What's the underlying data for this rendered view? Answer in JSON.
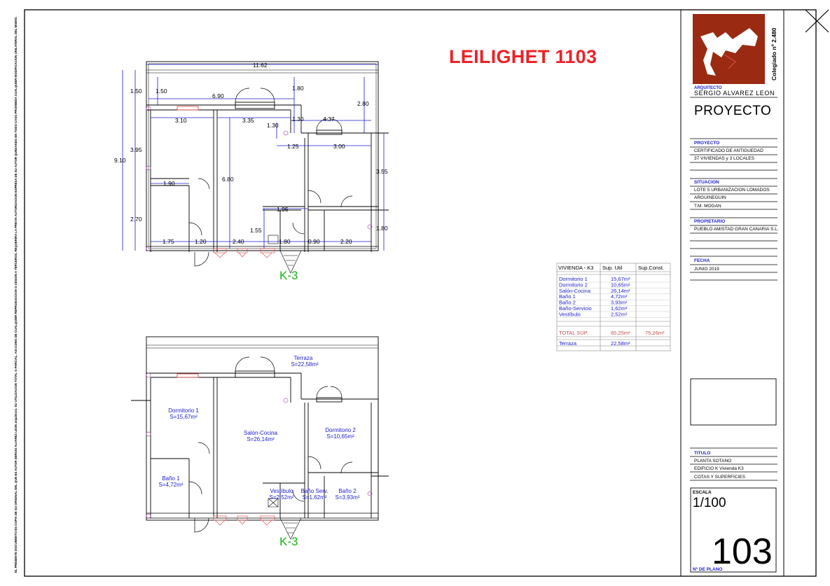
{
  "sheet_title": "LEILIGHET 1103",
  "margin_note": "EL PRESENTE DOCUMENTO ES COPIA DE SU ORIGINAL DEL QUE ES AUTOR SERGIO ALVAREZ LEON arquitecto. SU UTILIZACION TOTAL O PARCIAL, ASI COMO DE CUALQUIER REPRODUCCION O CESION A TERCEROS, REQUERIRA LA PREVIA AUTORIZACION EXPRESA DE SU AUTOR QUEDANDO EN TODO CASO PROHIBIDA CUALQUIER MODIFICACION UNILATERAL DEL MISMO.",
  "title_block": {
    "colegiado": "Colegiado nº 2.480",
    "architect_label": "ARQUITECTO",
    "architect_name": "SERGIO ALVAREZ LEON",
    "proyecto_heading": "PROYECTO",
    "proyecto_label": "PROYECTO",
    "proyecto_lines": [
      "CERTIFICADO DE ANTIGUEDAD",
      "37 VIVIENDAS y 3 LOCALES"
    ],
    "situacion_label": "SITUACION",
    "situacion_lines": [
      "LOTE 5 URBANIZACION LOMADOS",
      "ARGUINEGUIN",
      "T.M. MOGAN"
    ],
    "propietario_label": "PROPIETARIO",
    "propietario_lines": [
      "PUEBLO AMISTAD GRAN CANARIA S.L."
    ],
    "fecha_label": "FECHA",
    "fecha_value": "JUNIO 2019",
    "titulo_label": "TITULO",
    "titulo_lines": [
      "PLANTA SOTANO",
      "EDIFICIO K Vivienda K3",
      "COTAS Y SUPERFICIES"
    ],
    "escala_label": "ESCALA",
    "escala_value": "1/100",
    "plano_label": "Nº DE PLANO",
    "plano_number": "103",
    "logo_color": "#9b2a12"
  },
  "dimensions_plan": {
    "overall_width": "11.62",
    "overall_depth": "9.10",
    "labels": [
      "1.50",
      "1.50",
      "6.90",
      "1.80",
      "2.80",
      "3.10",
      "3.35",
      "1.30",
      "1.30",
      "4.37",
      "3.95",
      "1.25",
      "3.00",
      "1.90",
      "6.80",
      "3.55",
      "1.95",
      "2.70",
      "1.55",
      "1.80",
      "1.75",
      "1.20",
      "2.40",
      "1.80",
      "0.90",
      "2.20"
    ]
  },
  "entrance_label": "K-3",
  "rooms": [
    {
      "name": "Terraza",
      "area": "S=22,58m²"
    },
    {
      "name": "Dormitorio 1",
      "area": "S=15,67m²"
    },
    {
      "name": "Salón-Cocina",
      "area": "S=26,14m²"
    },
    {
      "name": "Dormitorio 2",
      "area": "S=10,65m²"
    },
    {
      "name": "Baño 1",
      "area": "S=4,72m²"
    },
    {
      "name": "Vestíbulo",
      "area": "S=2,52m²"
    },
    {
      "name": "Baño Serv.",
      "area": "S=1,62m²"
    },
    {
      "name": "Baño 2",
      "area": "S=3,93m²"
    }
  ],
  "area_table": {
    "headers": [
      "VIVIENDA - K3",
      "Sup. Util",
      "Sup.Const."
    ],
    "rows": [
      {
        "name": "Dormitorio 1",
        "util": "15,67m²"
      },
      {
        "name": "Dormitorio 2",
        "util": "10,65m²"
      },
      {
        "name": "Salón-Cocina",
        "util": "26,14m²"
      },
      {
        "name": "Baño 1",
        "util": "4,72m²"
      },
      {
        "name": "Baño 2",
        "util": "3,93m²"
      },
      {
        "name": "Baño-Servicio",
        "util": "1,62m²"
      },
      {
        "name": "Vestíbulo",
        "util": "2,52m²"
      }
    ],
    "total_label": "TOTAL SUP.",
    "total_util": "65,25m²",
    "total_const": "75,26m²",
    "terraza_label": "Terraza",
    "terraza_util": "22,58m²"
  },
  "colors": {
    "title_red": "#ec2227",
    "dimension_blue": "#1c1ccf",
    "label_green": "#1bb11b",
    "table_red": "#c0504d"
  }
}
